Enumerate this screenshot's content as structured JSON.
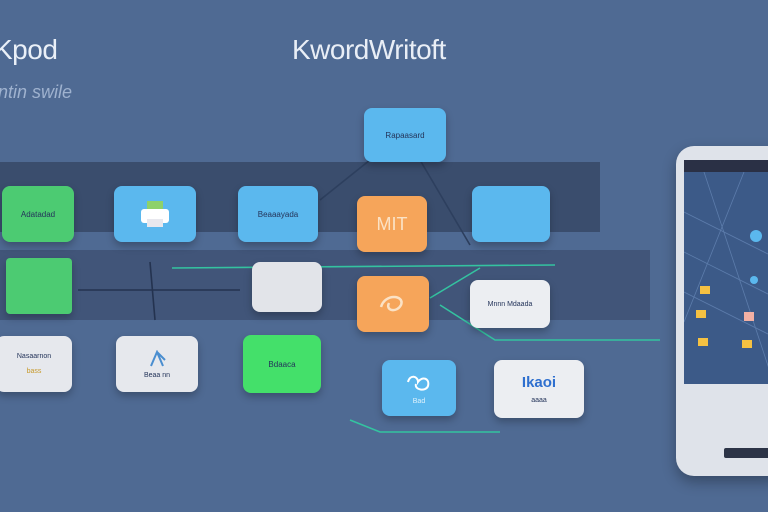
{
  "header": {
    "title_left": "Kpod",
    "subtitle_left": "ntin swile",
    "title_main": "KwordWritoft"
  },
  "tiles": {
    "top_blue": "Rapaasard",
    "green_left": "Adatadad",
    "blue_mid": "Beaaayada",
    "orange": "MIT",
    "light_blue_right": "",
    "gray_card": "",
    "orange_swirl": "",
    "white_card_right": "Mnnn Mdaada",
    "white_left": "Nasaarnon",
    "white_left_sub": "bass",
    "white_mid": "Beaa nn",
    "green_bottom": "Bdaaca",
    "blue_bottom": "Bad",
    "white_bottom_right": "Ikaoi",
    "white_bottom_right_sub": "aaaa"
  },
  "colors": {
    "background": "#4f6a93",
    "accent_blue": "#5bb8ee",
    "accent_green": "#4ccb72",
    "accent_orange": "#f6a55a",
    "connector": "#34c3a0"
  }
}
